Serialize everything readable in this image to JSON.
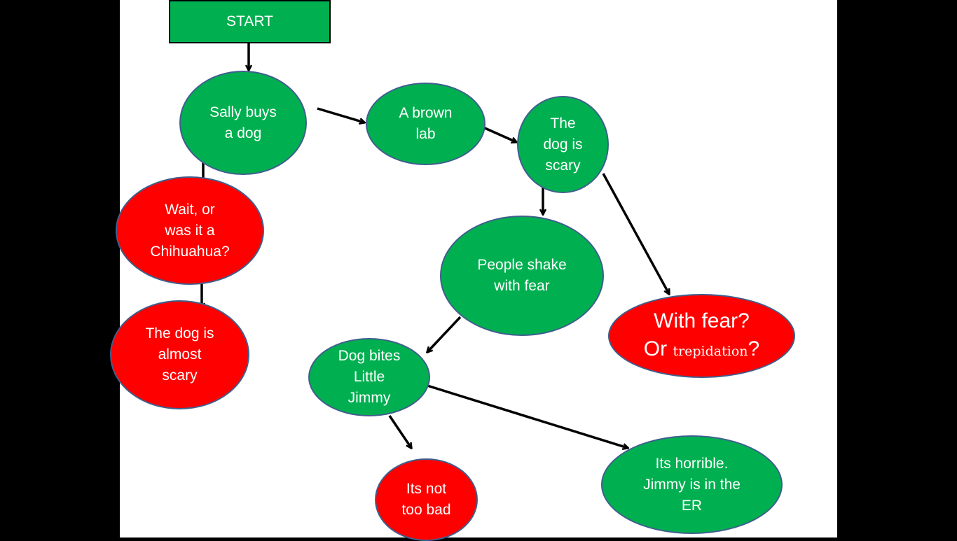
{
  "colors": {
    "green": "#00b050",
    "red": "#ff0000",
    "outline": "#3f5f8c",
    "arrow": "#000000",
    "background": "#000000",
    "slide": "#ffffff"
  },
  "nodes": {
    "start": "START",
    "sally_buys_dog": "Sally buys\na dog",
    "brown_lab": "A  brown\nlab",
    "dog_is_scary": "The\ndog is\nscary",
    "chihuahua": "Wait, or\nwas it a\nChihuahua?",
    "almost_scary": "The dog is\nalmost\nscary",
    "people_shake": "People shake\nwith fear",
    "with_fear_line1": "With fear?",
    "with_fear_or": "Or ",
    "with_fear_trepidation": "trepidation",
    "with_fear_q": "?",
    "dog_bites": "Dog bites\nLittle\nJimmy",
    "not_too_bad": "Its not\ntoo bad",
    "horrible": "Its horrible.\nJimmy is in the\nER"
  }
}
